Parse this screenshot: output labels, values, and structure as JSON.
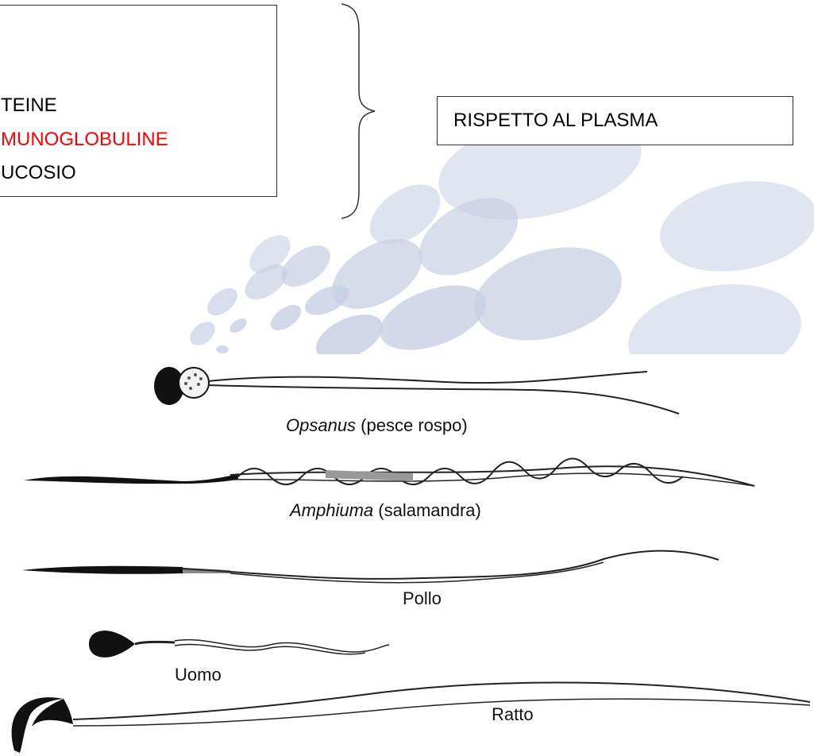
{
  "list_box": {
    "items": [
      {
        "text": "TEINE",
        "color": "#000000"
      },
      {
        "text": "MUNOGLOBULINE",
        "color": "#ff0000"
      },
      {
        "text": "UCOSIO",
        "color": "#000000"
      }
    ]
  },
  "comparison_box": {
    "text": "RISPETTO AL PLASMA"
  },
  "species": [
    {
      "genus": "Opsanus",
      "common": " (pesce rospo)"
    },
    {
      "genus": "Amphiuma",
      "common": " (salamandra)"
    },
    {
      "name": "Pollo"
    },
    {
      "name": "Uomo"
    },
    {
      "name": "Ratto"
    }
  ],
  "colors": {
    "decor_dots": "#c9d0e4",
    "highlight": "#ff0000"
  }
}
